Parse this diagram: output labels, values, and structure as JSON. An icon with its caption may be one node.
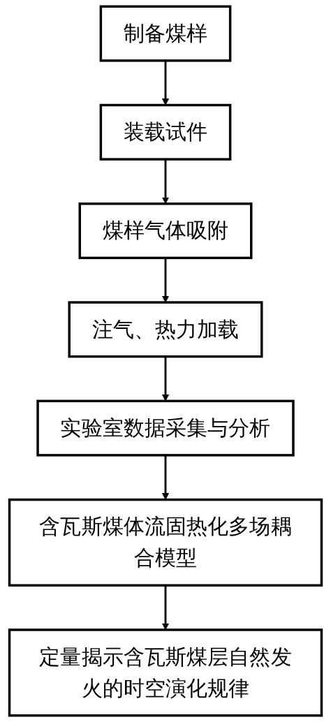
{
  "diagram": {
    "nodes": [
      {
        "text": [
          "制备煤样"
        ]
      },
      {
        "text": [
          "装载试件"
        ]
      },
      {
        "text": [
          "煤样气体吸附"
        ]
      },
      {
        "text": [
          "注气、热力加载"
        ]
      },
      {
        "text": [
          "实验室数据采集与分析"
        ]
      },
      {
        "text": [
          "含瓦斯煤体流固热化多场耦合模型"
        ]
      },
      {
        "text": [
          "定量揭示含瓦斯煤层自然发火的时空演化规律"
        ]
      }
    ],
    "edges": [
      {
        "from": 0,
        "to": 1,
        "arrow": "to"
      },
      {
        "from": 1,
        "to": 2,
        "arrow": "to"
      },
      {
        "from": 2,
        "to": 3,
        "arrow": "to"
      },
      {
        "from": 3,
        "to": 4,
        "arrow": "to"
      },
      {
        "from": 4,
        "to": 5,
        "arrow": "to"
      },
      {
        "from": 5,
        "to": 6,
        "arrow": "to"
      }
    ]
  }
}
